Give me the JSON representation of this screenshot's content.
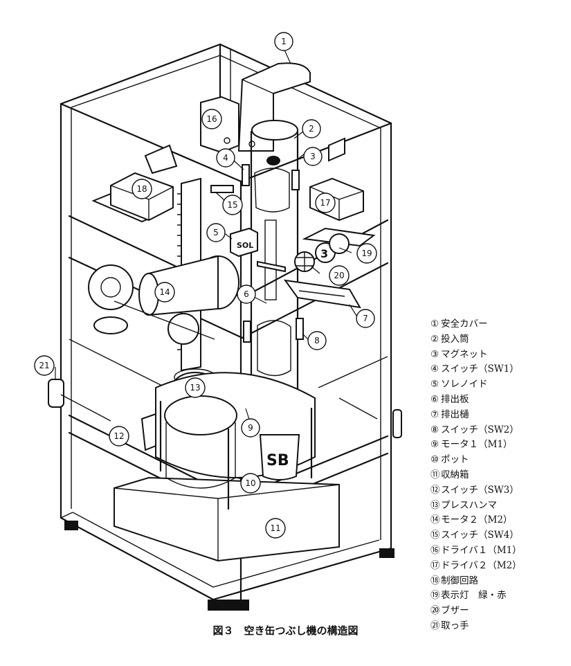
{
  "callouts": [
    "1",
    "2",
    "3",
    "4",
    "5",
    "6",
    "7",
    "8",
    "9",
    "10",
    "11",
    "12",
    "13",
    "14",
    "15",
    "16",
    "17",
    "18",
    "19",
    "20",
    "21"
  ],
  "legend": [
    {
      "num": "①",
      "text": "安全カバー"
    },
    {
      "num": "②",
      "text": "投入筒"
    },
    {
      "num": "③",
      "text": "マグネット"
    },
    {
      "num": "④",
      "text": "スイッチ（SW1）"
    },
    {
      "num": "⑤",
      "text": "ソレノイド"
    },
    {
      "num": "⑥",
      "text": "排出板"
    },
    {
      "num": "⑦",
      "text": "排出樋"
    },
    {
      "num": "⑧",
      "text": "スイッチ（SW2）"
    },
    {
      "num": "⑨",
      "text": "モータ１（M1）"
    },
    {
      "num": "⑩",
      "text": "ポット"
    },
    {
      "num": "⑪",
      "text": "収納箱"
    },
    {
      "num": "⑫",
      "text": "スイッチ（SW3）"
    },
    {
      "num": "⑬",
      "text": "プレスハンマ"
    },
    {
      "num": "⑭",
      "text": "モータ２（M2）"
    },
    {
      "num": "⑮",
      "text": "スイッチ（SW4）"
    },
    {
      "num": "⑯",
      "text": "ドライバ１（M1）"
    },
    {
      "num": "⑰",
      "text": "ドライバ２（M2）"
    },
    {
      "num": "⑱",
      "text": "制御回路"
    },
    {
      "num": "⑲",
      "text": "表示灯　緑・赤"
    },
    {
      "num": "⑳",
      "text": "ブザー"
    },
    {
      "num": "㉑",
      "text": "取っ手"
    }
  ],
  "caption": "図３　空き缶つぶし機の構造図",
  "marks": {
    "solenoid": "SOL",
    "can": "SB",
    "lamp": "3"
  }
}
